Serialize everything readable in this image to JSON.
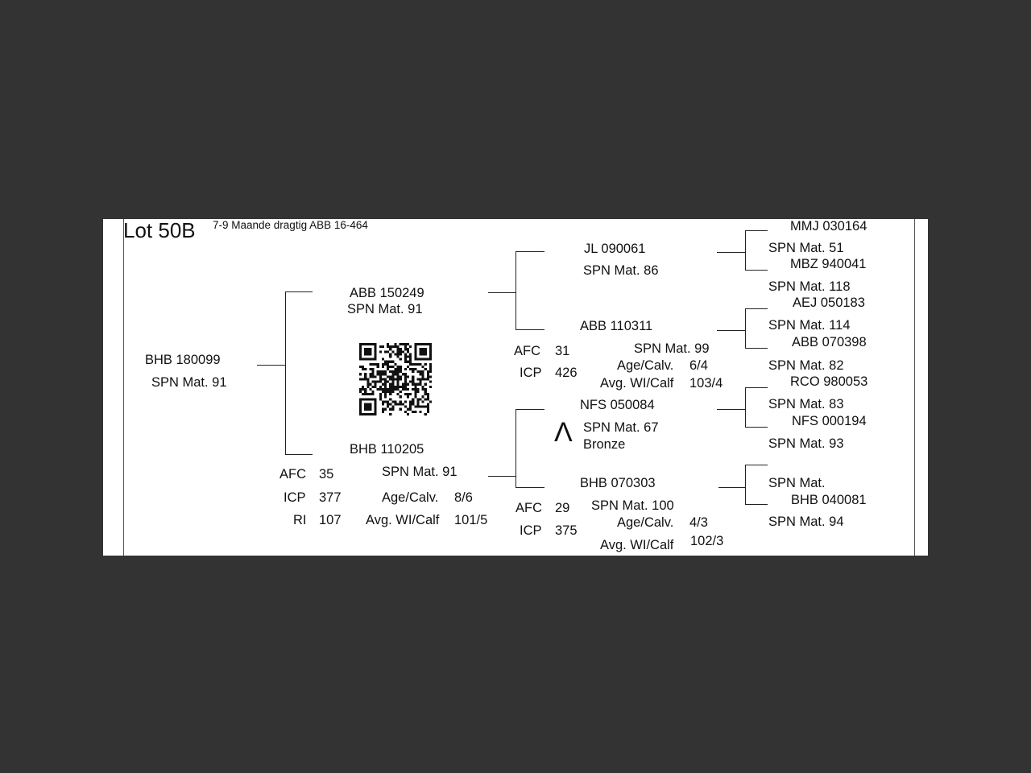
{
  "lot": {
    "title": "Lot 50B",
    "subtitle": "7-9 Maande dragtig ABB 16-464"
  },
  "animal": {
    "id": "BHB 180099",
    "spn": "SPN Mat. 91"
  },
  "sire": {
    "id": "ABB 150249",
    "spn": "SPN Mat. 91",
    "sire": {
      "id": "JL  090061",
      "spn": "SPN Mat. 86"
    },
    "dam": {
      "id": "ABB 110311",
      "spn": "SPN Mat. 99",
      "afc_label": "AFC",
      "afc": "31",
      "icp_label": "ICP",
      "icp": "426",
      "agecalv_label": "Age/Calv.",
      "agecalv": "6/4",
      "avgwi_label": "Avg. WI/Calf",
      "avgwi": "103/4"
    }
  },
  "dam": {
    "id": "BHB 110205",
    "spn": "SPN Mat. 91",
    "afc_label": "AFC",
    "afc": "35",
    "icp_label": "ICP",
    "icp": "377",
    "ri_label": "RI",
    "ri": "107",
    "agecalv_label": "Age/Calv.",
    "agecalv": "8/6",
    "avgwi_label": "Avg. WI/Calf",
    "avgwi": "101/5",
    "sire": {
      "id": "NFS 050084",
      "symbol": "Λ",
      "spn": "SPN Mat. 67",
      "award": "Bronze"
    },
    "dam": {
      "id": "BHB 070303",
      "spn": "SPN Mat. 100",
      "afc_label": "AFC",
      "afc": "29",
      "icp_label": "ICP",
      "icp": "375",
      "agecalv_label": "Age/Calv.",
      "agecalv": "4/3",
      "avgwi_label": "Avg. WI/Calf",
      "avgwi": "102/3"
    }
  },
  "ggen": {
    "s1": {
      "top": "MMJ 030164",
      "spn": "SPN Mat. 51",
      "bot": "MBZ 940041",
      "after": "SPN Mat. 118"
    },
    "s2": {
      "top": "AEJ 050183",
      "spn": "SPN Mat. 114",
      "bot": "ABB 070398",
      "after": "SPN Mat. 82"
    },
    "s3": {
      "top": "RCO 980053",
      "spn": "SPN Mat. 83",
      "bot": "NFS 000194",
      "after": "SPN Mat. 93"
    },
    "s4": {
      "spn": "SPN Mat.",
      "bot": "BHB 040081",
      "after": "SPN Mat. 94"
    }
  },
  "qr": {
    "icon": "qr-code-icon"
  }
}
